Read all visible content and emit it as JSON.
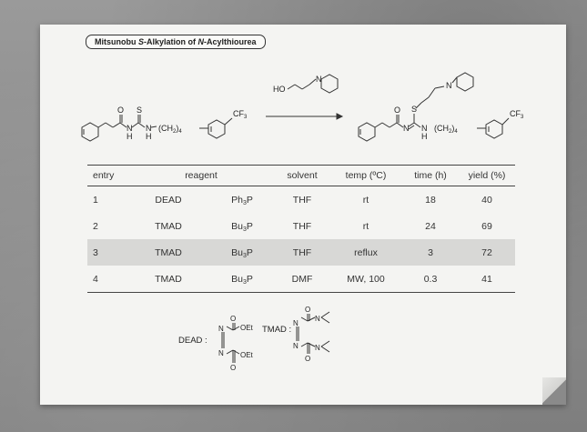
{
  "title": {
    "prefix": "Mitsunobu ",
    "italic1": "S",
    "middle": "-Alkylation of ",
    "italic2": "N",
    "suffix": "-Acylthiourea"
  },
  "scheme": {
    "reactant_labels": {
      "carbonyl_o": "O",
      "thio_s": "S",
      "nh1": "N",
      "h1": "H",
      "nh2": "N",
      "h2": "H",
      "chain": "(CH",
      "chain_sub": "2",
      "chain_end": ")",
      "chain_n": "4",
      "cf3": "CF",
      "cf3_sub": "3"
    },
    "reagent_labels": {
      "ho": "HO",
      "n": "N"
    },
    "product_labels": {
      "carbonyl_o": "O",
      "s": "S",
      "n_imine": "N",
      "nh": "N",
      "h": "H",
      "chain": "(CH",
      "chain_sub": "2",
      "chain_end": ")",
      "chain_n": "4",
      "cf3": "CF",
      "cf3_sub": "3",
      "pip_n": "N"
    }
  },
  "table": {
    "headers": {
      "entry": "entry",
      "reagent": "reagent",
      "solvent": "solvent",
      "temp": "temp (ºC)",
      "time": "time (h)",
      "yield": "yield (%)"
    },
    "rows": [
      {
        "entry": "1",
        "azo": "DEAD",
        "phos": "Ph",
        "phos_sub": "3",
        "phos_p": "P",
        "solvent": "THF",
        "temp": "rt",
        "time": "18",
        "yield": "40",
        "highlight": false
      },
      {
        "entry": "2",
        "azo": "TMAD",
        "phos": "Bu",
        "phos_sub": "3",
        "phos_p": "P",
        "solvent": "THF",
        "temp": "rt",
        "time": "24",
        "yield": "69",
        "highlight": false
      },
      {
        "entry": "3",
        "azo": "TMAD",
        "phos": "Bu",
        "phos_sub": "3",
        "phos_p": "P",
        "solvent": "THF",
        "temp": "reflux",
        "time": "3",
        "yield": "72",
        "highlight": true
      },
      {
        "entry": "4",
        "azo": "TMAD",
        "phos": "Bu",
        "phos_sub": "3",
        "phos_p": "P",
        "solvent": "DMF",
        "temp": "MW, 100",
        "time": "0.3",
        "yield": "41",
        "highlight": false
      }
    ]
  },
  "legend": {
    "dead_label": "DEAD :",
    "tmad_label": "TMAD :",
    "dead_atoms": {
      "o1": "O",
      "oet1": "OEt",
      "n1": "N",
      "n2": "N",
      "oet2": "OEt",
      "o2": "O"
    },
    "tmad_atoms": {
      "o1": "O",
      "n1": "N",
      "n2": "N",
      "n3": "N",
      "n4": "N",
      "o2": "O"
    }
  }
}
